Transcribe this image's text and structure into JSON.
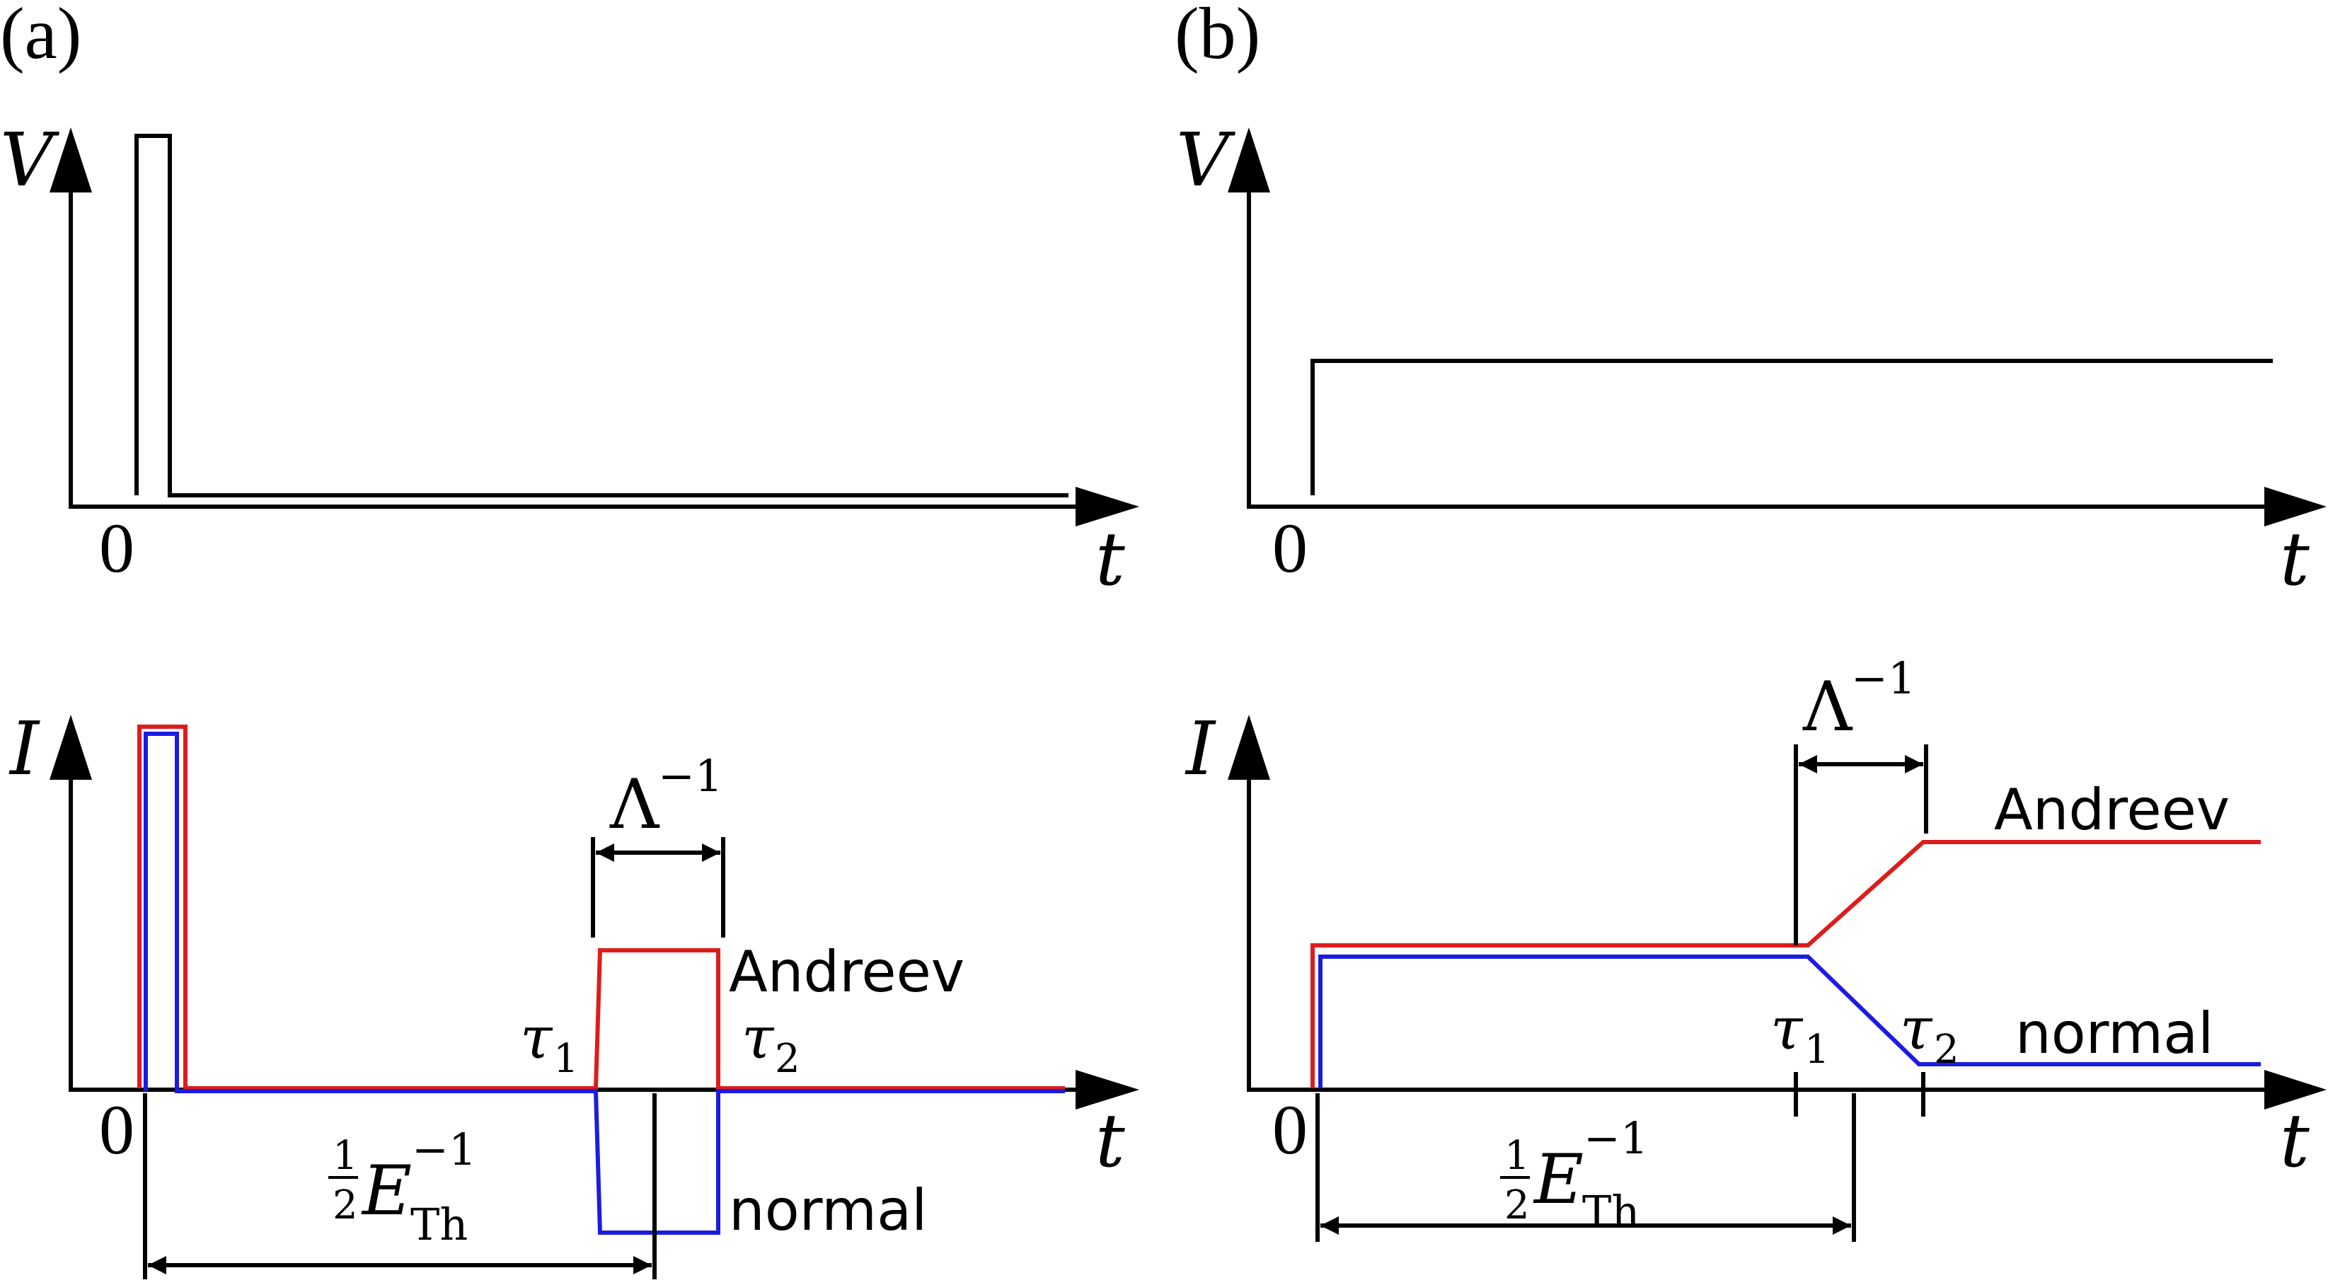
{
  "colors": {
    "andreev": "#dd1c1c",
    "normal": "#1c1ce0",
    "axis": "#000000"
  },
  "panel_a": {
    "label": "(a)",
    "top": {
      "y_axis": "V",
      "x_axis": "t",
      "origin": "0"
    },
    "bottom": {
      "y_axis": "I",
      "x_axis": "t",
      "origin": "0",
      "curve_andreev": "Andreev",
      "curve_normal": "normal",
      "tau1_symbol": "τ",
      "tau1_sub": "1",
      "tau2_symbol": "τ",
      "tau2_sub": "2",
      "lambda_base": "Λ",
      "lambda_exp": "−1",
      "eth_num": "1",
      "eth_den": "2",
      "eth_base": "E",
      "eth_exp": "−1",
      "eth_sub": "Th"
    }
  },
  "panel_b": {
    "label": "(b)",
    "top": {
      "y_axis": "V",
      "x_axis": "t",
      "origin": "0"
    },
    "bottom": {
      "y_axis": "I",
      "x_axis": "t",
      "origin": "0",
      "curve_andreev": "Andreev",
      "curve_normal": "normal",
      "tau1_symbol": "τ",
      "tau1_sub": "1",
      "tau2_symbol": "τ",
      "tau2_sub": "2",
      "lambda_base": "Λ",
      "lambda_exp": "−1",
      "eth_num": "1",
      "eth_den": "2",
      "eth_base": "E",
      "eth_exp": "−1",
      "eth_sub": "Th"
    }
  }
}
